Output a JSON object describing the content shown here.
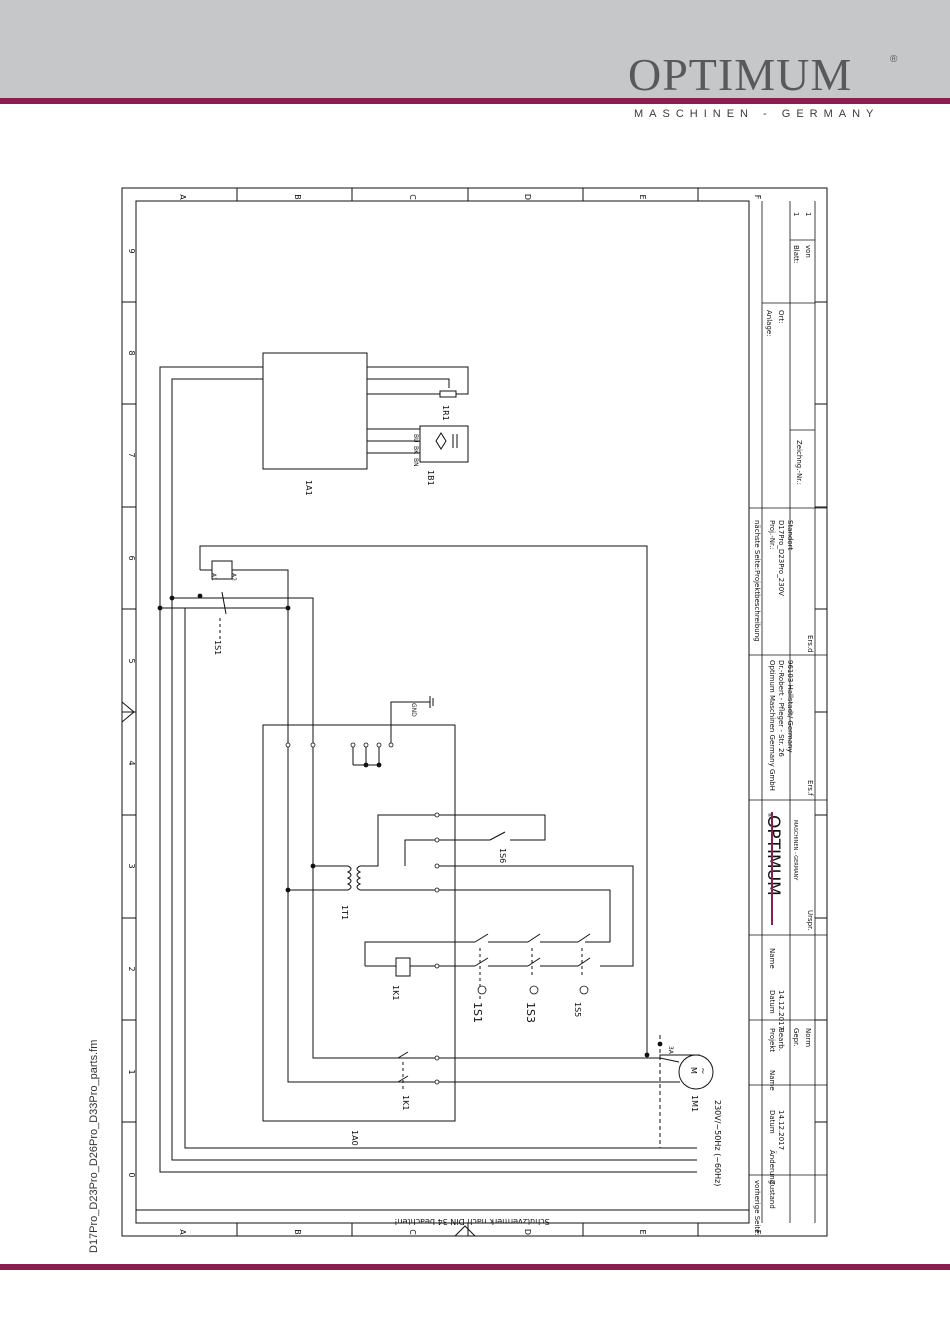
{
  "brand": {
    "name": "OPTIMUM",
    "registered": "®",
    "tagline": "MASCHINEN - GERMANY"
  },
  "side_filename": "D17Pro_D23Pro_D26Pro_D33Pro_parts.fm",
  "frame": {
    "columns": [
      "A",
      "B",
      "C",
      "D",
      "E",
      "F"
    ],
    "rows": [
      "0",
      "1",
      "2",
      "3",
      "4",
      "5",
      "6",
      "7",
      "8",
      "9"
    ]
  },
  "components": {
    "1A0": "1A0",
    "1A1": "1A1",
    "1B1": "1B1",
    "1R1": "1R1",
    "1S1": "1S1",
    "1T1": "1T1",
    "1S6": "1S6",
    "1K1_coil": "1K1",
    "1K1_contact": "1K1",
    "1M1": "1M1",
    "1S1_btn": "1S1",
    "1S3": "1S3",
    "1S5": "1S5",
    "A1": "A1",
    "A2": "A2",
    "BU": "BU",
    "BK": "BK",
    "BN": "BN",
    "GND": "GND",
    "motor_M": "M",
    "motor_wave": "~",
    "phase": "3A"
  },
  "supply": "230V/~50Hz (~60Hz)",
  "protection_note": "Schutzvermerk nach DIN 34 beachten!",
  "title_block": {
    "company_line1": "Optimum Maschinen Germany GmbH",
    "company_line2": "Dr.-Robert - Pfleger - Str. 26",
    "company_line3": "96103 Hallstadt/ Germany",
    "project_description": "Projektbeschreibung",
    "next_page": "nächste Seite:",
    "proj_nr_label": "Proj.-Nr.:",
    "proj_nr": "D17Pro_D23Pro_230V",
    "location": "Standort",
    "drawing_nr": "Zeichng.-Nr.:",
    "plant": "Anlage:",
    "place": "Ort:",
    "sheet_label": "Blatt:",
    "sheet": "1",
    "of_label": "von",
    "of": "1",
    "ers_d": "Ers.d",
    "ers_f": "Ers.f",
    "ursprung": "Urspr.",
    "logo_small": "OPTIMUM",
    "logo_small_reg": "®",
    "logo_small_tag": "MASCHINEN - GERMANY",
    "prev_page": "vorherige Seite:",
    "status": "Zustand",
    "change": "Änderung",
    "date": "Datum",
    "name": "Name",
    "date_value": "14.12.2017",
    "project": "Projekt",
    "bearb": "Bearb.",
    "gepr": "Gepr.",
    "norm": "Norm",
    "date2": "Datum",
    "name2": "Name",
    "date_value2": "14.12.2017"
  }
}
